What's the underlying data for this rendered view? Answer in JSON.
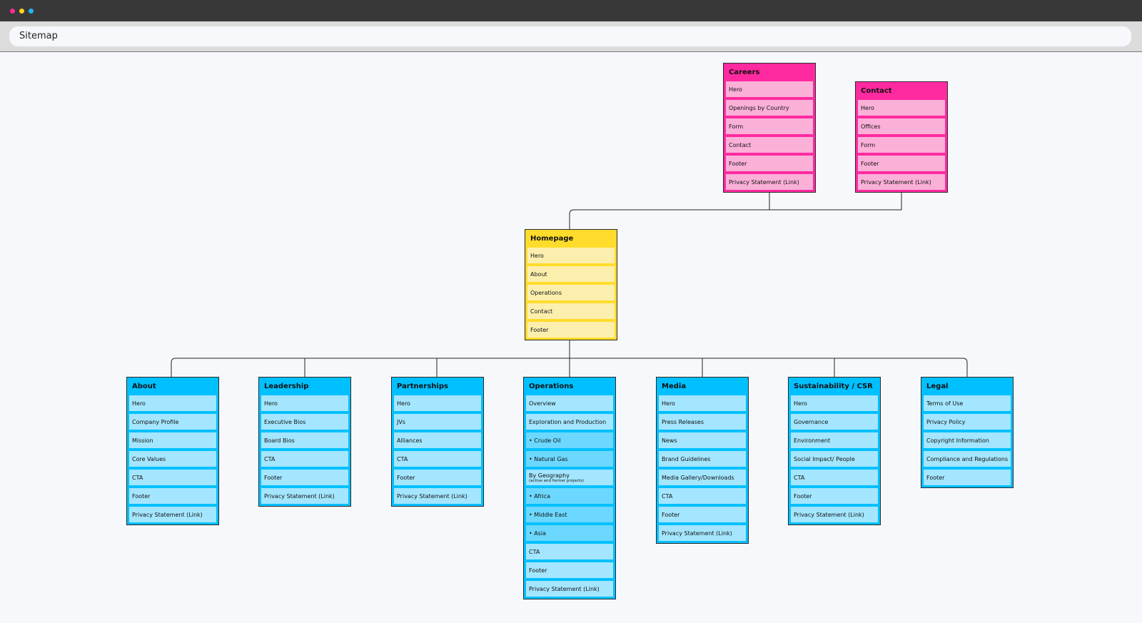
{
  "window": {
    "address_title": "Sitemap",
    "dot_colors": [
      "#ff2a9a",
      "#ffd21f",
      "#19b8f5"
    ]
  },
  "nodes": {
    "careers": {
      "title": "Careers",
      "items": [
        "Hero",
        "Openings by Country",
        "Form",
        "Contact",
        "Footer",
        "Privacy Statement (Link)"
      ]
    },
    "contact": {
      "title": "Contact",
      "items": [
        "Hero",
        "Offices",
        "Form",
        "Footer",
        "Privacy Statement (Link)"
      ]
    },
    "homepage": {
      "title": "Homepage",
      "items": [
        "Hero",
        "About",
        "Operations",
        "Contact",
        "Footer"
      ]
    },
    "about": {
      "title": "About",
      "items": [
        "Hero",
        "Company Profile",
        "Mission",
        "Core Values",
        "CTA",
        "Footer",
        "Privacy Statement (Link)"
      ]
    },
    "leadership": {
      "title": "Leadership",
      "items": [
        "Hero",
        "Executive Bios",
        "Board Bios",
        "CTA",
        "Footer",
        "Privacy Statement (Link)"
      ]
    },
    "partnerships": {
      "title": "Partnerships",
      "items": [
        "Hero",
        "JVs",
        "Alliances",
        "CTA",
        "Footer",
        "Privacy Statement (Link)"
      ]
    },
    "operations": {
      "title": "Operations",
      "items": [
        "Overview",
        "Exploration and Production",
        "Crude Oil",
        "Natural Gas",
        "By Geography",
        "Africa",
        "Middle East",
        "Asia",
        "CTA",
        "Footer",
        "Privacy Statement (Link)"
      ],
      "geography_note": "(active and former projects)"
    },
    "media": {
      "title": "Media",
      "items": [
        "Hero",
        "Press Releases",
        "News",
        "Brand Guidelines",
        "Media Gallery/Downloads",
        "CTA",
        "Footer",
        "Privacy Statement (Link)"
      ]
    },
    "sustainability": {
      "title": "Sustainability / CSR",
      "items": [
        "Hero",
        "Governance",
        "Environment",
        "Social Impact/ People",
        "CTA",
        "Footer",
        "Privacy Statement (Link)"
      ]
    },
    "legal": {
      "title": "Legal",
      "items": [
        "Terms of Use",
        "Privacy Policy",
        "Copyright Information",
        "Compliance and Regulations",
        "Footer"
      ]
    }
  },
  "colors": {
    "blue_header": "#00c0ff",
    "blue_item": "#a4e6ff",
    "yellow_header": "#ffdc2b",
    "yellow_item": "#fcefad",
    "pink_header": "#ff2aa0",
    "pink_item": "#fbb0d8"
  }
}
